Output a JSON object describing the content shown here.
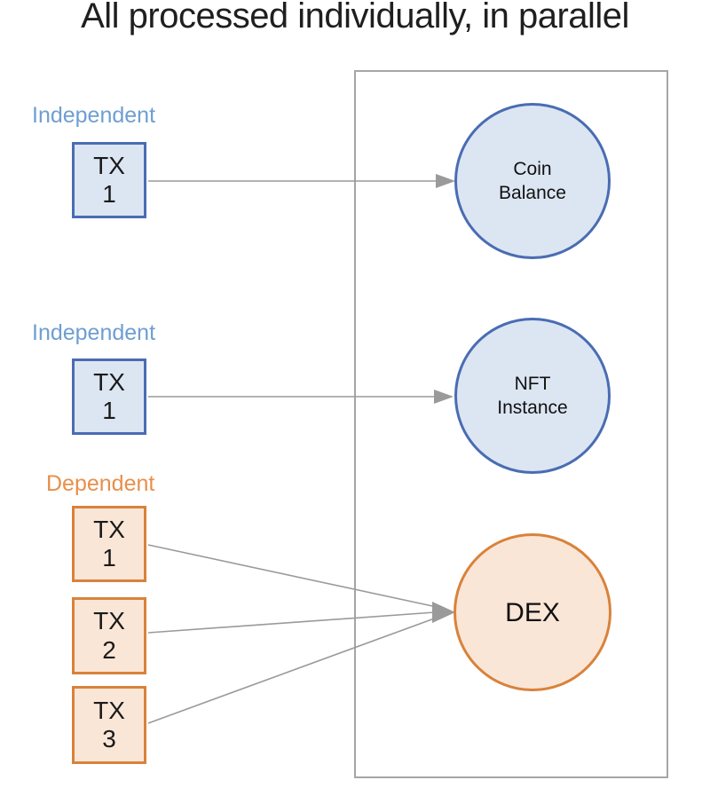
{
  "title": "All processed individually, in parallel",
  "colors": {
    "blue_label": "#6e9ed2",
    "blue_border": "#4a6cb3",
    "blue_fill": "#dce6f2",
    "orange_label": "#e88f4a",
    "orange_border": "#d9823b",
    "orange_fill": "#fae6d7",
    "line_gray": "#9a9a9a",
    "rect_border": "#a6a6a6"
  },
  "groups": [
    {
      "label": "Independent",
      "type": "independent",
      "boxes": [
        {
          "label": "TX\n1"
        }
      ]
    },
    {
      "label": "Independent",
      "type": "independent",
      "boxes": [
        {
          "label": "TX\n1"
        }
      ]
    },
    {
      "label": "Dependent",
      "type": "dependent",
      "boxes": [
        {
          "label": "TX\n1"
        },
        {
          "label": "TX\n2"
        },
        {
          "label": "TX\n3"
        }
      ]
    }
  ],
  "targets": [
    {
      "label": "Coin\nBalance",
      "type": "independent"
    },
    {
      "label": "NFT\nInstance",
      "type": "independent"
    },
    {
      "label": "DEX",
      "type": "dependent"
    }
  ],
  "edges": [
    {
      "from": "independent-1-tx-1",
      "to": "coin-balance"
    },
    {
      "from": "independent-2-tx-1",
      "to": "nft-instance"
    },
    {
      "from": "dependent-tx-1",
      "to": "dex"
    },
    {
      "from": "dependent-tx-2",
      "to": "dex"
    },
    {
      "from": "dependent-tx-3",
      "to": "dex"
    }
  ]
}
